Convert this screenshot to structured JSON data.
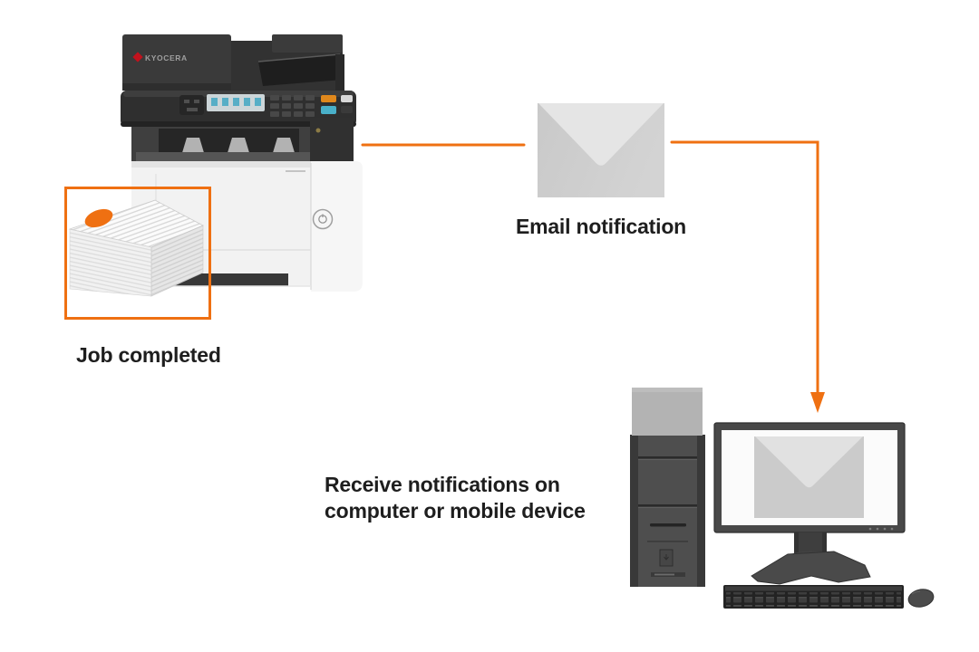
{
  "diagram": {
    "labels": {
      "job_completed": "Job completed",
      "email_notification": "Email notification",
      "receive_line1": "Receive notifications on",
      "receive_line2": "computer or mobile device"
    },
    "printer": {
      "brand": "KYOCERA"
    },
    "icons": {
      "envelope": "email-envelope-icon",
      "paper_stack": "paper-stack-icon",
      "computer": "desktop-computer-icon",
      "arrow": "flow-connector-arrow"
    },
    "colors": {
      "accent_orange": "#ef7012",
      "label_text": "#1e1e1e",
      "envelope_body": "#cfcfcf",
      "envelope_flap": "#e5e5e5",
      "printer_dark": "#3a3a3a",
      "device_gray": "#4a4a4a",
      "background": "#ffffff"
    }
  }
}
